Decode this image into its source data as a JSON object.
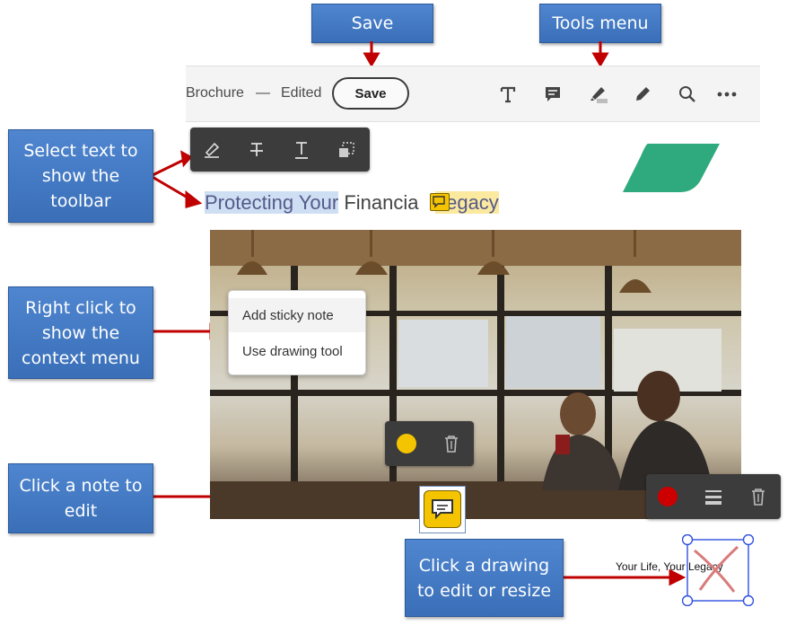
{
  "callouts": {
    "save": "Save",
    "tools_menu": "Tools menu",
    "select_text": "Select text to\nshow the\ntoolbar",
    "right_click": "Right click to\nshow the\ncontext menu",
    "click_note": "Click a note to\nedit",
    "click_drawing": "Click a drawing\nto edit or resize"
  },
  "toolbar": {
    "doc_name": "Brochure",
    "separator": "—",
    "status": "Edited",
    "save_label": "Save",
    "icons": [
      "text-icon",
      "comment-icon",
      "highlighter-icon",
      "pencil-icon",
      "search-icon",
      "more-icon"
    ]
  },
  "text_toolbar": {
    "icons": [
      "highlight-icon",
      "strikethrough-icon",
      "underline-icon",
      "copy-icon"
    ]
  },
  "document": {
    "heading_selected": "Protecting Your",
    "heading_plain": "Financia",
    "heading_highlighted": "Legacy",
    "drawing_caption": "Your Life, Your Legacy"
  },
  "context_menu": {
    "items": [
      "Add sticky note",
      "Use drawing tool"
    ]
  },
  "note_toolbar": {
    "icons": [
      "color-dot-icon",
      "trash-icon"
    ]
  },
  "drawing_toolbar": {
    "icons": [
      "color-dot-icon",
      "line-weight-icon",
      "trash-icon"
    ]
  },
  "colors": {
    "callout_blue": "#4472c4",
    "arrow_red": "#c00000",
    "note_yellow": "#f5c400",
    "drawing_red": "#cc0000",
    "selection_blue": "#cfdff3",
    "highlight_yellow": "#fbe9a0",
    "accent_green": "#2eaa7e"
  }
}
